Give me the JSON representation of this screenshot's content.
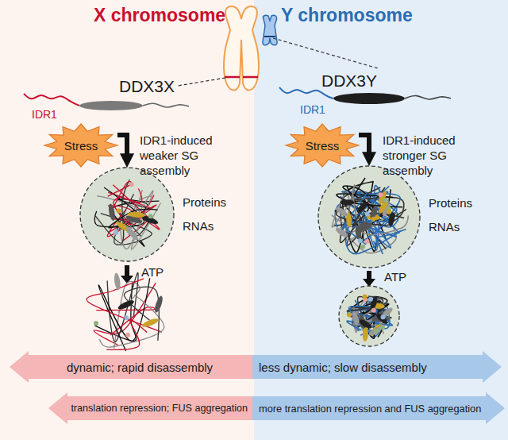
{
  "diagram": {
    "nodes": [
      {
        "text": [
          "Stress"
        ]
      },
      {
        "text": [
          "Proteins",
          "RNAs"
        ]
      },
      {
        "text": [
          "Stress"
        ]
      },
      {
        "text": [
          "Proteins",
          "RNAs"
        ]
      },
      {
        "text": [
          "dynamic; rapid disassembly"
        ]
      },
      {
        "text": [
          "less dynamic; slow disassembly"
        ]
      },
      {
        "text": [
          "translation repression; FUS aggregation"
        ]
      },
      {
        "text": [
          "more translation repression and FUS aggregation"
        ]
      }
    ],
    "edges": [
      {
        "from": 0,
        "to": 1,
        "arrow": "to",
        "label": "IDR1-induced weaker SG assembly"
      },
      {
        "from": 2,
        "to": 3,
        "arrow": "to",
        "label": "IDR1-induced stronger SG assembly"
      }
    ],
    "labels": [
      "X chromosome",
      "Y chromosome",
      "DDX3X",
      "IDR1",
      "DDX3Y",
      "IDR1",
      "ATP",
      "ATP"
    ]
  }
}
